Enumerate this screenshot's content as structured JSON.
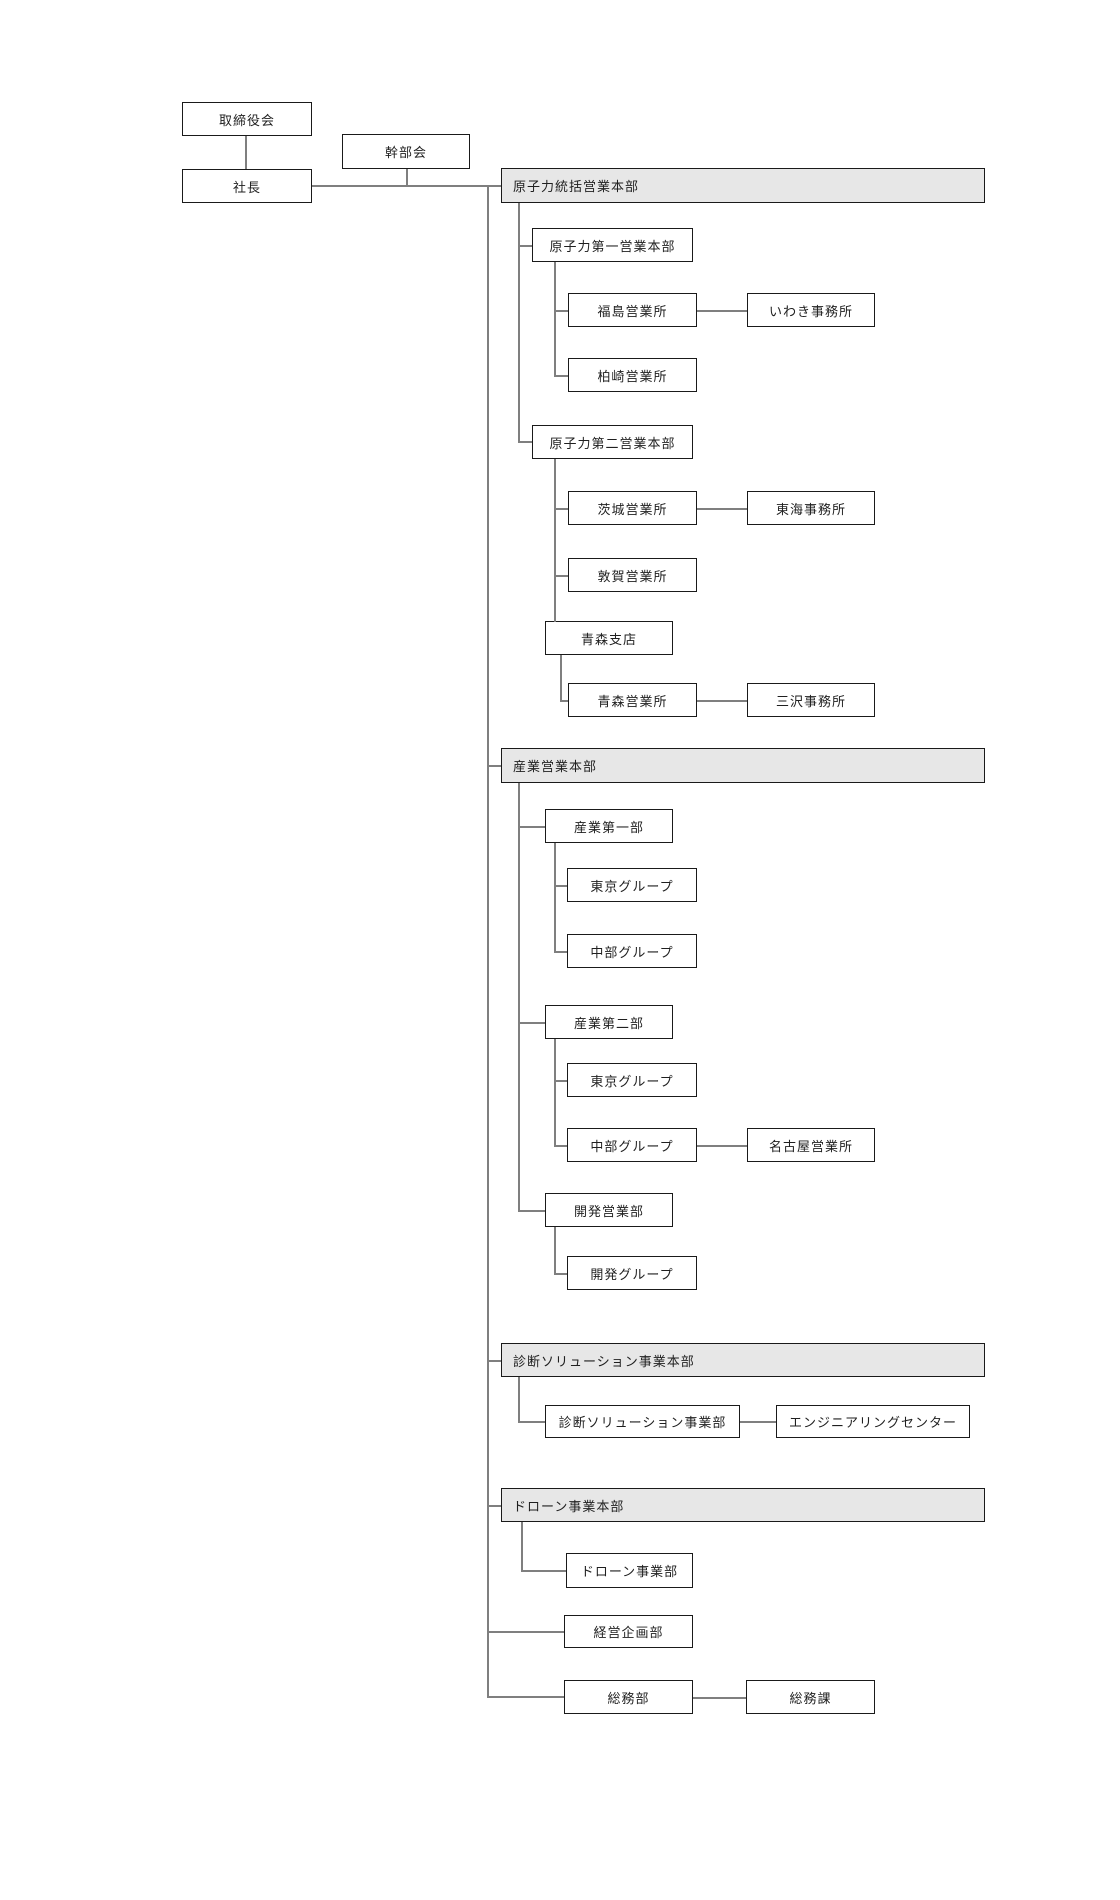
{
  "nodes": {
    "board": "取締役会",
    "executive_committee": "幹部会",
    "president": "社長",
    "nuclear_hq": "原子力統括営業本部",
    "nuclear_sales_1": "原子力第一営業本部",
    "fukushima_office": "福島営業所",
    "iwaki_office": "いわき事務所",
    "kashiwazaki_office": "柏崎営業所",
    "nuclear_sales_2": "原子力第二営業本部",
    "ibaraki_office": "茨城営業所",
    "tokai_office": "東海事務所",
    "tsuruga_office": "敦賀営業所",
    "aomori_branch": "青森支店",
    "aomori_office": "青森営業所",
    "misawa_office": "三沢事務所",
    "industry_hq": "産業営業本部",
    "industry_dept_1": "産業第一部",
    "tokyo_group_1": "東京グループ",
    "chubu_group_1": "中部グループ",
    "industry_dept_2": "産業第二部",
    "tokyo_group_2": "東京グループ",
    "chubu_group_2": "中部グループ",
    "nagoya_office": "名古屋営業所",
    "dev_sales_dept": "開発営業部",
    "dev_group": "開発グループ",
    "diagnosis_hq": "診断ソリューション事業本部",
    "diagnosis_dept": "診断ソリューション事業部",
    "engineering_center": "エンジニアリングセンター",
    "drone_hq": "ドローン事業本部",
    "drone_dept": "ドローン事業部",
    "corporate_planning_dept": "経営企画部",
    "general_affairs_dept": "総務部",
    "general_affairs_section": "総務課"
  },
  "colors": {
    "border": "#1a1a1a",
    "connector": "#7f7f7f",
    "header_fill": "#e7e7e7",
    "box_fill": "#ffffff"
  }
}
